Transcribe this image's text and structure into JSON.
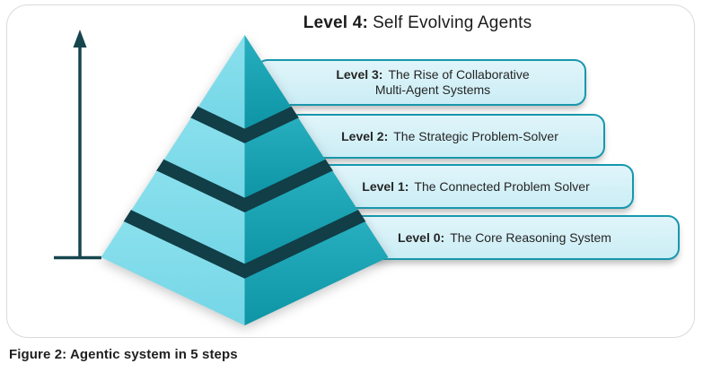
{
  "figure": {
    "title_bold": "Level 4:",
    "title_rest": "Self Evolving Agents",
    "caption": "Figure 2: Agentic system in 5 steps"
  },
  "pyramid": {
    "description": "Five-level stepped pyramid of agentic systems, level 4 at apex",
    "levels": [
      {
        "level": "Level 4",
        "name": "Self Evolving Agents"
      },
      {
        "level": "Level 3",
        "name": "The Rise of Collaborative Multi-Agent Systems"
      },
      {
        "level": "Level 2",
        "name": "The Strategic Problem-Solver"
      },
      {
        "level": "Level 1",
        "name": "The Connected Problem Solver"
      },
      {
        "level": "Level 0",
        "name": "The Core Reasoning System"
      }
    ],
    "boxes": [
      {
        "label_bold": "Level 3:",
        "line1": "The Rise of Collaborative",
        "line2": "Multi-Agent Systems"
      },
      {
        "label_bold": "Level 2:",
        "line1": "The Strategic Problem-Solver"
      },
      {
        "label_bold": "Level 1:",
        "line1": "The Connected Problem Solver"
      },
      {
        "label_bold": "Level 0:",
        "line1": "The Core Reasoning System"
      }
    ]
  },
  "colors": {
    "background": "#FFFFFF",
    "container_border": "#D8DADD",
    "pyramid_left_top": "#8AE0ED",
    "pyramid_left_bottom": "#74D6E6",
    "pyramid_right_top": "#27AFBF",
    "pyramid_right_bottom": "#0D94A5",
    "tier_gap_band": "#113E47",
    "axis_arrow": "#16454E",
    "box_fill_top": "#E0F5FA",
    "box_fill_bottom": "#CBEDF5",
    "box_border": "#1797AD",
    "title_text": "#1C1C1C",
    "box_text": "#252525",
    "caption_text": "#1F1F1F"
  }
}
